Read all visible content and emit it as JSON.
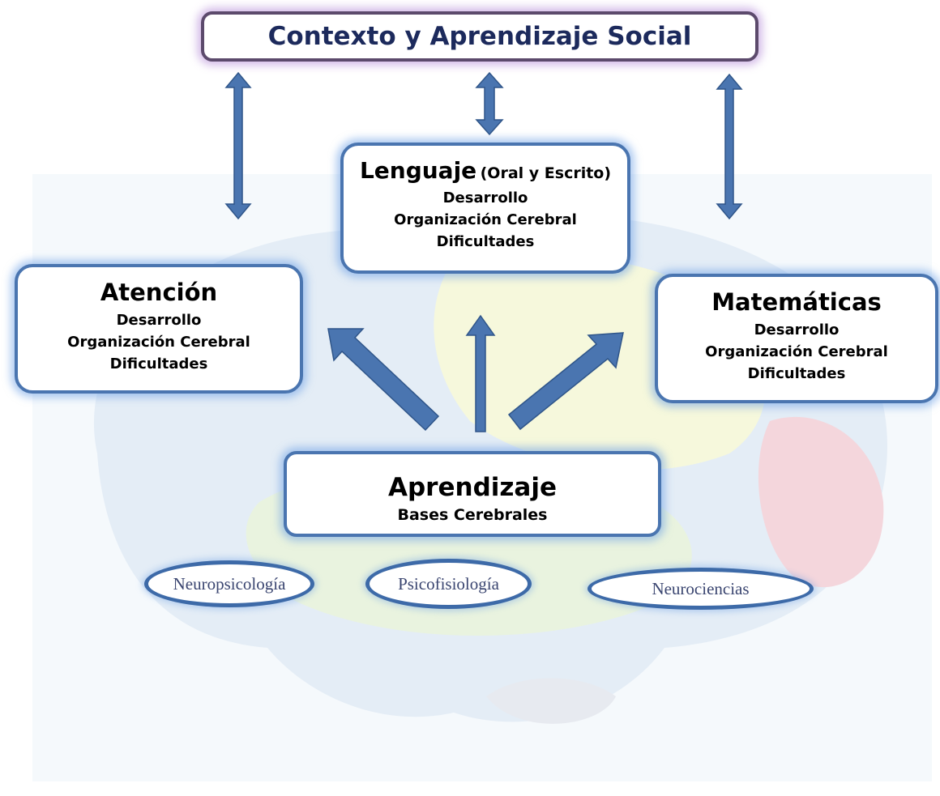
{
  "top": {
    "title": "Contexto y Aprendizaje Social"
  },
  "lenguaje": {
    "title": "Lenguaje",
    "title_suffix": "(Oral y Escrito)",
    "lines": [
      "Desarrollo",
      "Organización Cerebral",
      "Dificultades"
    ]
  },
  "atencion": {
    "title": "Atención",
    "lines": [
      "Desarrollo",
      "Organización Cerebral",
      "Dificultades"
    ]
  },
  "matematicas": {
    "title": "Matemáticas",
    "lines": [
      "Desarrollo",
      "Organización Cerebral",
      "Dificultades"
    ]
  },
  "aprendizaje": {
    "title": "Aprendizaje",
    "subtitle": "Bases Cerebrales"
  },
  "disciplines": [
    "Neuropsicología",
    "Psicofisiología",
    "Neurociencias"
  ],
  "colors": {
    "arrow": "#4a75b0",
    "box_border": "#4a75b0",
    "top_border": "#5c4a6c",
    "top_text": "#1c2a5c",
    "background_brain": "#dfeaf4"
  },
  "background": "brain-illustration"
}
